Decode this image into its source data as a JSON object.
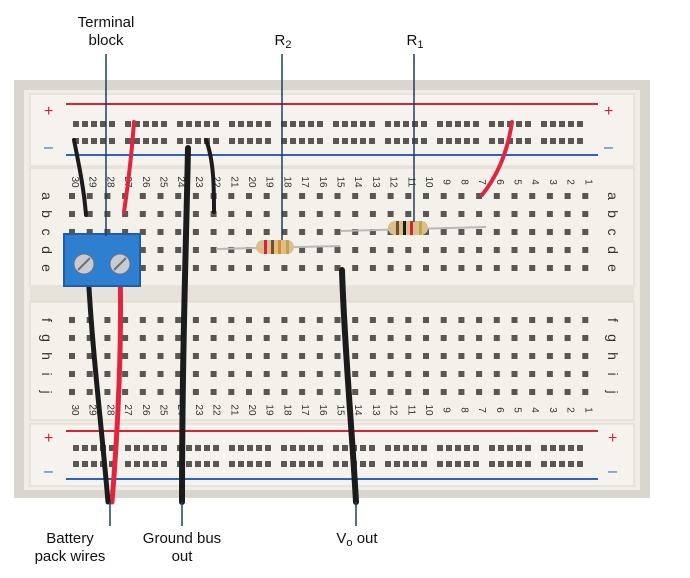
{
  "callouts": {
    "terminal_block": {
      "line1": "Terminal",
      "line2": "block"
    },
    "r2": {
      "letter": "R",
      "sub": "2"
    },
    "r1": {
      "letter": "R",
      "sub": "1"
    },
    "battery": {
      "line1": "Battery",
      "line2": "pack wires"
    },
    "ground": {
      "line1": "Ground bus",
      "line2": "out"
    },
    "vout": {
      "letter": "V",
      "sub": "o",
      "rest": " out"
    }
  },
  "board": {
    "rail_plus": "+",
    "rail_minus": "–",
    "row_letters_top": [
      "a",
      "b",
      "c",
      "d",
      "e"
    ],
    "row_letters_bottom": [
      "f",
      "g",
      "h",
      "i",
      "j"
    ],
    "column_numbers": [
      "30",
      "29",
      "28",
      "27",
      "26",
      "25",
      "24",
      "23",
      "22",
      "21",
      "20",
      "19",
      "18",
      "17",
      "16",
      "15",
      "14",
      "13",
      "12",
      "11",
      "10",
      "9",
      "8",
      "7",
      "6",
      "5",
      "4",
      "3",
      "2",
      "1"
    ]
  },
  "colors": {
    "board": "#f1ede6",
    "red_rail": "#d8223a",
    "blue_rail": "#2a64c8",
    "wire_red": "#e0263f",
    "wire_black": "#1b1b1b",
    "terminal_blue": "#2f7fd0"
  }
}
